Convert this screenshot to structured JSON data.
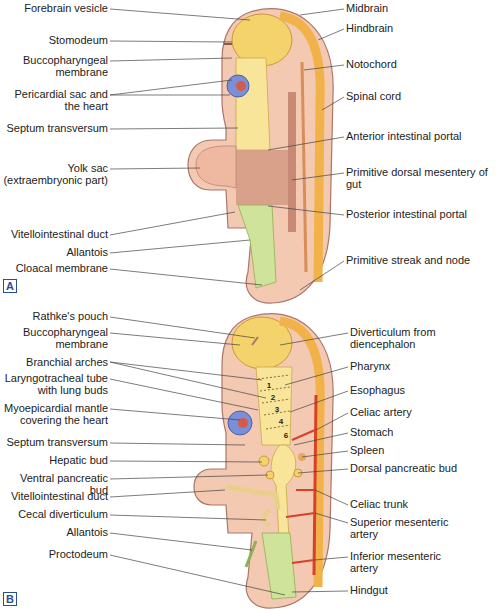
{
  "diagram": {
    "nodes": [
      {
        "text": [
          "A"
        ]
      },
      {
        "text": [
          "B"
        ]
      }
    ],
    "labels": [
      "Forebrain vesicle",
      "Stomodeum",
      "Buccopharyngeal membrane",
      "Pericardial sac and the heart",
      "Septum transversum",
      "Yolk sac (extraembryonic part)",
      "Vitellointestinal duct",
      "Allantois",
      "Cloacal membrane",
      "Midbrain",
      "Hindbrain",
      "Notochord",
      "Spinal cord",
      "Anterior intestinal portal",
      "Primitive dorsal mesentery of gut",
      "Posterior intestinal portal",
      "Primitive streak and node",
      "Rathke's pouch",
      "Buccopharyngeal membrane",
      "Branchial arches",
      "Laryngotracheal tube with lung buds",
      "Myoepicardial mantle covering the heart",
      "Septum transversum",
      "Hepatic bud",
      "Ventral pancreatic bud",
      "Vitellointestinal duct",
      "Cecal diverticulum",
      "Allantois",
      "Proctodeum",
      "Diverticulum from diencephalon",
      "Pharynx",
      "Esophagus",
      "Celiac artery",
      "Stomach",
      "Spleen",
      "Dorsal pancreatic bud",
      "Celiac trunk",
      "Superior mesenteric artery",
      "Inferior mesenteric artery",
      "Hindgut",
      "1",
      "2",
      "3",
      "4",
      "6"
    ]
  }
}
